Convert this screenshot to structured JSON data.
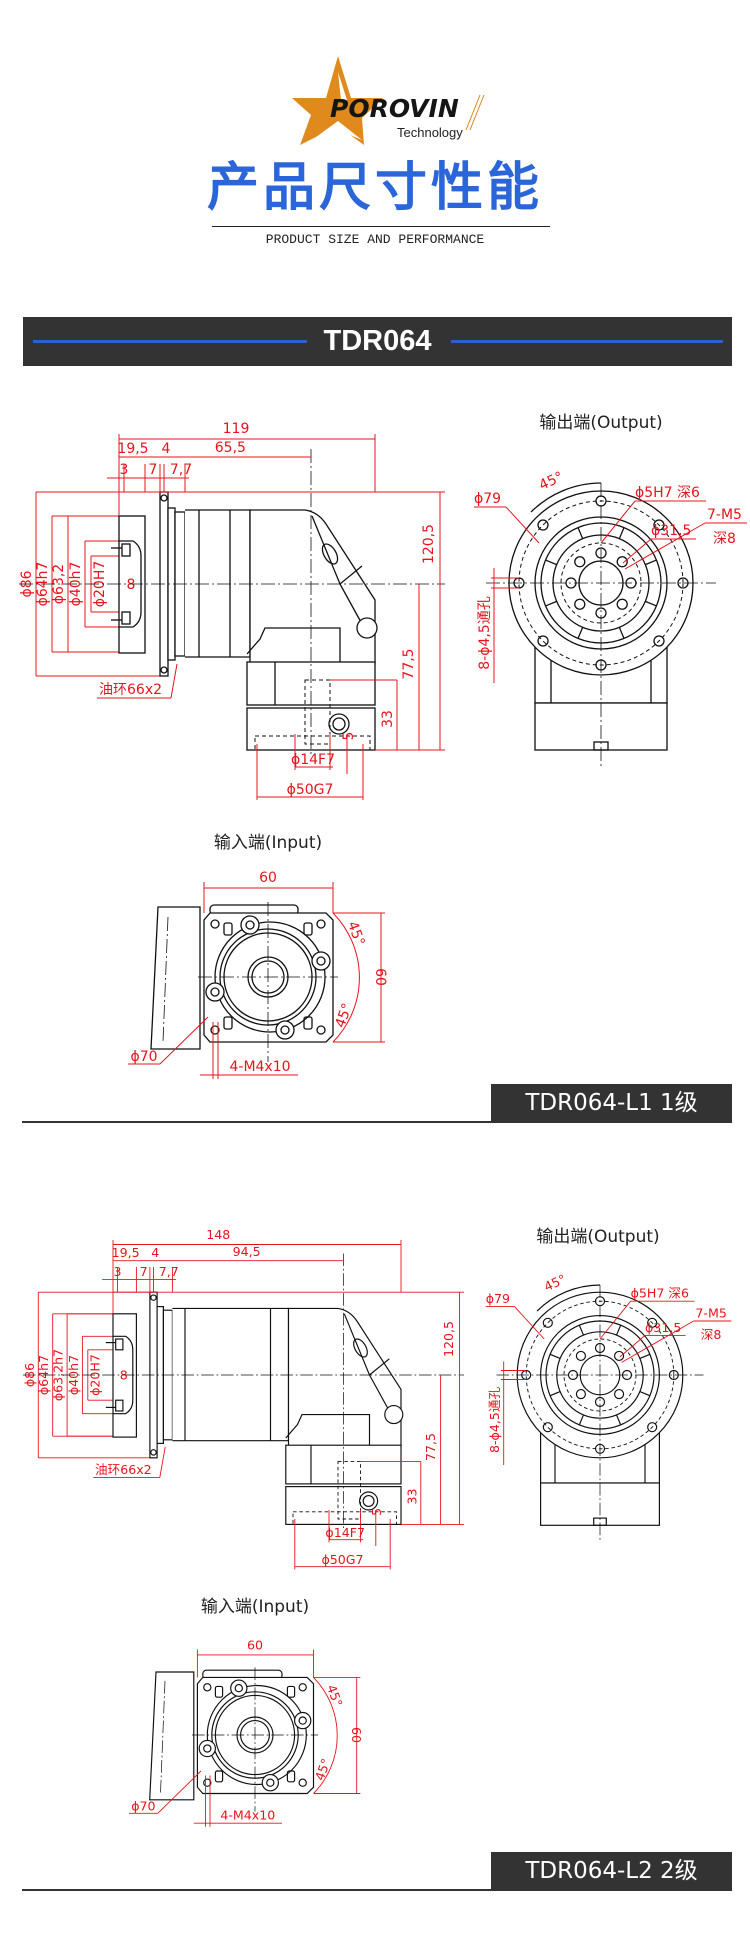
{
  "header": {
    "logo_text": "POROVIN",
    "logo_sub": "Technology",
    "logo_color": "#e08a1d",
    "title": "产品尺寸性能",
    "subtitle": "PRODUCT SIZE AND PERFORMANCE",
    "title_color": "#2a66d9"
  },
  "model_bar": {
    "title": "TDR064"
  },
  "sections": [
    {
      "badge": "TDR064-L1  1级",
      "side": {
        "overall": "119",
        "partial": "65,5",
        "d19": "19,5",
        "d4": "4",
        "d3": "3",
        "d7": "7",
        "d77": "7,7",
        "phi86": "ϕ86",
        "phi64": "ϕ64h7",
        "phi63": "ϕ63,2",
        "phi40": "ϕ40h7",
        "phi20": "ϕ20H7",
        "key": "8",
        "h120": "120,5",
        "h77": "77,5",
        "h33": "33",
        "h5": "5",
        "phi14": "ϕ14F7",
        "phi50": "ϕ50G7",
        "oring": "油环66x2"
      },
      "output": {
        "title": "输出端(Output)",
        "hole": "ϕ5H7 深6",
        "pcd": "ϕ31,5",
        "thread": "7-M5",
        "depth": "深8",
        "phi79": "ϕ79",
        "angle": "45°",
        "through": "8-ϕ4,5通孔"
      },
      "input": {
        "title": "输入端(Input)",
        "w": "60",
        "h": "60",
        "a1": "45°",
        "a2": "45°",
        "phi70": "ϕ70",
        "screws": "4-M4x10"
      }
    },
    {
      "badge": "TDR064-L2  2级",
      "side": {
        "overall": "148",
        "partial": "94,5",
        "d19": "19,5",
        "d4": "4",
        "d3": "3",
        "d7": "7",
        "d77": "7,7",
        "phi86": "ϕ86",
        "phi64": "ϕ64h7",
        "phi63": "ϕ63,2h7",
        "phi40": "ϕ40h7",
        "phi20": "ϕ20H7",
        "key": "8",
        "h120": "120,5",
        "h77": "77,5",
        "h33": "33",
        "h5": "5",
        "phi14": "ϕ14F7",
        "phi50": "ϕ50G7",
        "oring": "油环66x2"
      },
      "output": {
        "title": "输出端(Output)",
        "hole": "ϕ5H7 深6",
        "pcd": "ϕ31,5",
        "thread": "7-M5",
        "depth": "深8",
        "phi79": "ϕ79",
        "angle": "45°",
        "through": "8-ϕ4,5通孔"
      },
      "input": {
        "title": "输入端(Input)",
        "w": "60",
        "h": "60",
        "a1": "45°",
        "a2": "45°",
        "phi70": "ϕ70",
        "screws": "4-M4x10"
      }
    }
  ],
  "colors": {
    "dimension": "#e8141c",
    "bar": "#333333",
    "bar_accent": "#2a5fd6"
  }
}
